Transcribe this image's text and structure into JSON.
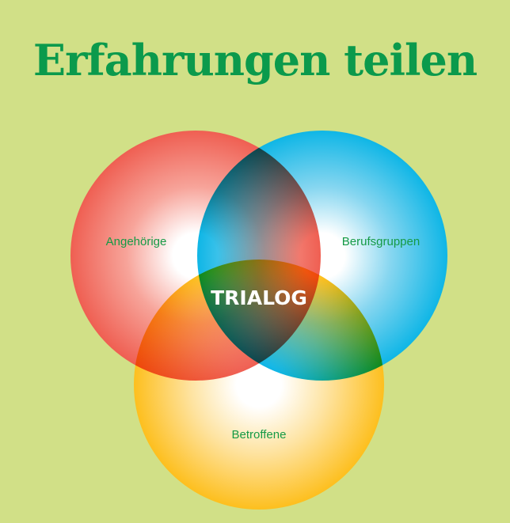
{
  "title": "Erfahrungen teilen",
  "circles": {
    "top_left": "Angehörige",
    "top_right": "Berufsgruppen",
    "bottom": "Betroffene"
  },
  "center_label": "TRIALOG",
  "colors": {
    "background": "#d1e087",
    "title": "#0b9a4c",
    "circle_labels": "#159a45",
    "center_label": "#ffffff",
    "angehoerige": "#ef5f52",
    "berufsgruppen": "#0fb6e6",
    "betroffene": "#fdbf1e"
  }
}
